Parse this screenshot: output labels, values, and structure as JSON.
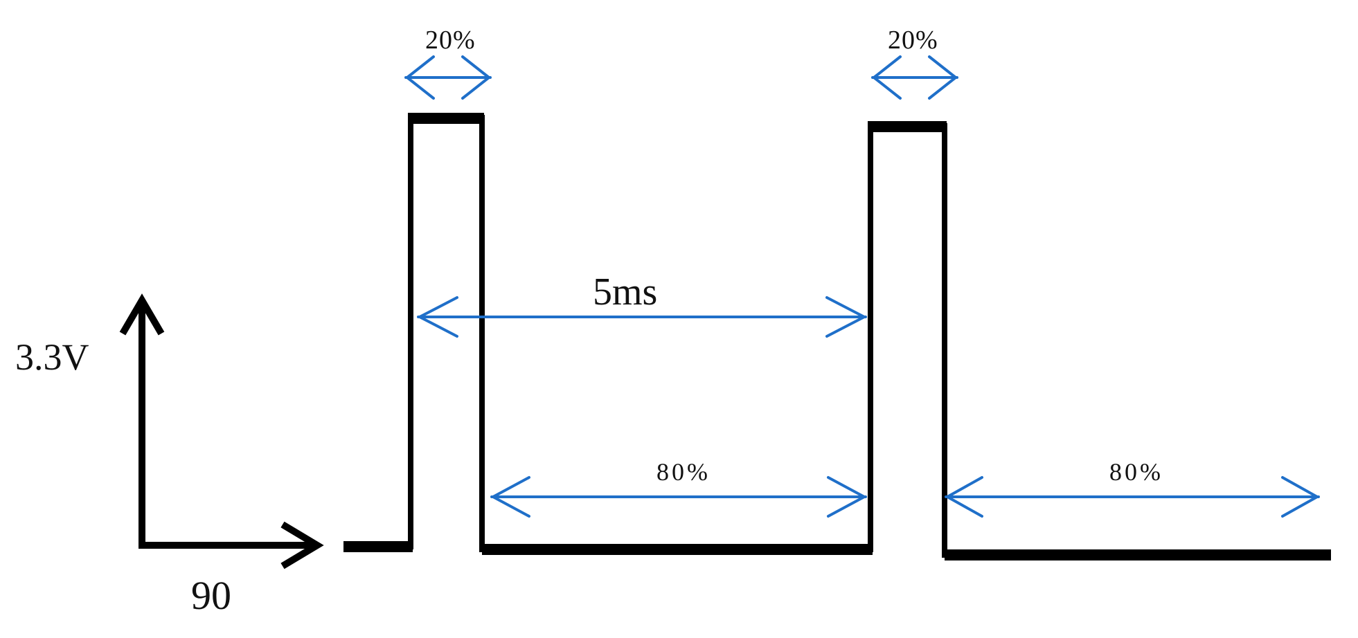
{
  "diagram": {
    "axis": {
      "voltage_label": "3.3V",
      "angle_label": "90"
    },
    "period": {
      "label": "5ms"
    },
    "pulses": [
      {
        "duty_high_label": "20%",
        "duty_low_label": "80%"
      },
      {
        "duty_high_label": "20%",
        "duty_low_label": "80%"
      }
    ]
  },
  "colors": {
    "signal": "#000000",
    "dimension": "#1f6fc9"
  }
}
